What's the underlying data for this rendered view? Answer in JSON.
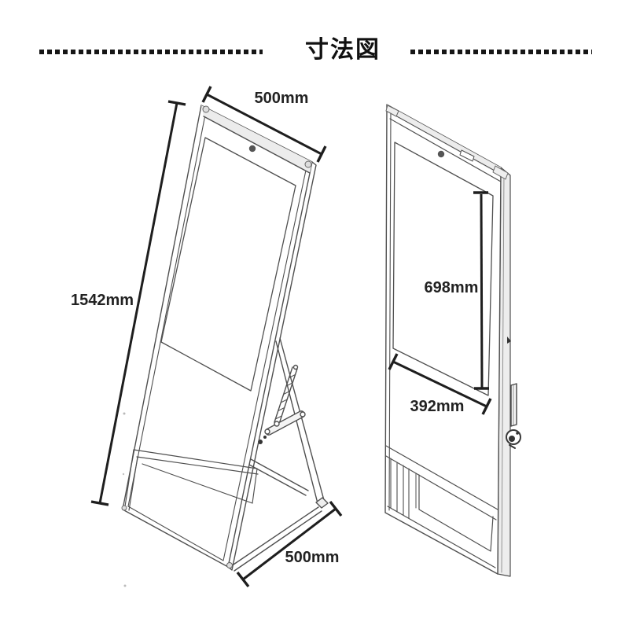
{
  "title": "寸法図",
  "dimensions": {
    "top_width": "500mm",
    "height": "1542mm",
    "depth": "500mm",
    "screen_height": "698mm",
    "screen_width": "392mm"
  },
  "colors": {
    "ink": "#1e1e1e",
    "drawing_line": "#4f4f4f",
    "background": "#ffffff"
  }
}
